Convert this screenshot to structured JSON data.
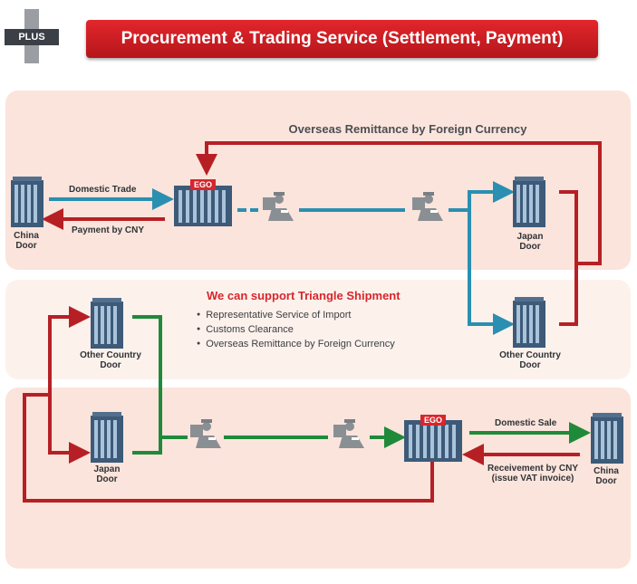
{
  "badge": {
    "text": "PLUS"
  },
  "title": "Procurement & Trading Service (Settlement, Payment)",
  "top_section": {
    "remittance_label": "Overseas Remittance by Foreign Currency",
    "china_door": [
      "China",
      "Door"
    ],
    "domestic_trade": "Domestic Trade",
    "payment_cny": "Payment by CNY",
    "ego": "EGO",
    "japan_door": [
      "Japan",
      "Door"
    ],
    "other_country_door": [
      "Other Country",
      "Door"
    ]
  },
  "mid_section": {
    "heading": "We can support Triangle Shipment",
    "bullets": [
      "Representative Service of Import",
      "Customs Clearance",
      "Overseas Remittance by Foreign Currency"
    ]
  },
  "bottom_section": {
    "other_country_door": [
      "Other Country",
      "Door"
    ],
    "japan_door": [
      "Japan",
      "Door"
    ],
    "ego": "EGO",
    "domestic_sale": "Domestic Sale",
    "receivement": "Receivement by CNY",
    "vat_note": "(issue VAT invoice)",
    "china_door": [
      "China",
      "Door"
    ]
  },
  "colors": {
    "red": "#b62025",
    "blue": "#2a8fb1",
    "green": "#1f8a3a",
    "building": "#3d5a78",
    "gray": "#8a8f94"
  }
}
